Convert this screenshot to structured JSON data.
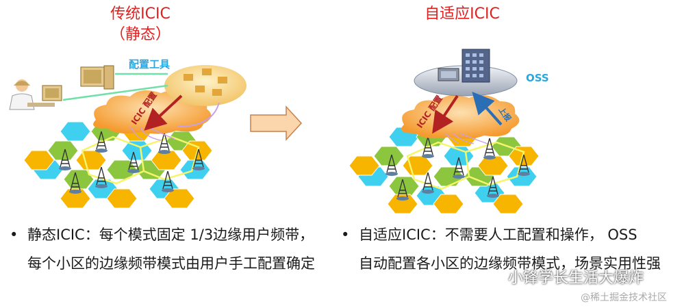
{
  "left": {
    "title": "传统ICIC",
    "subtitle": "（静态）",
    "tool_label": "配置工具",
    "arrow_label": "ICIC 配置",
    "bullet": "静态ICIC：每个模式固定 1/3边缘用户频带，每个小区的边缘频带模式由用户手工配置确定"
  },
  "right": {
    "title": "自适应ICIC",
    "oss_label": "OSS",
    "arrow_label": "ICIC 配置",
    "report_label": "上报",
    "bullet": "自动配置各小区的边缘频带模式，场景实用性强",
    "bullet_line1": "自适应ICIC：不需要人工配置和操作， OSS"
  },
  "watermark": {
    "primary": "小锋学长生活大爆炸",
    "secondary": "@稀土掘金技术社区"
  },
  "colors": {
    "title_red": "#e0201f",
    "cyan_label": "#29a8e0",
    "hex_green": "#8cc63f",
    "hex_yellow": "#f7b500",
    "hex_cyan": "#3fd0f0",
    "cloud_orange": "#f6a13b",
    "arrow_red": "#b22222",
    "arrow_blue": "#2a6fb5"
  }
}
